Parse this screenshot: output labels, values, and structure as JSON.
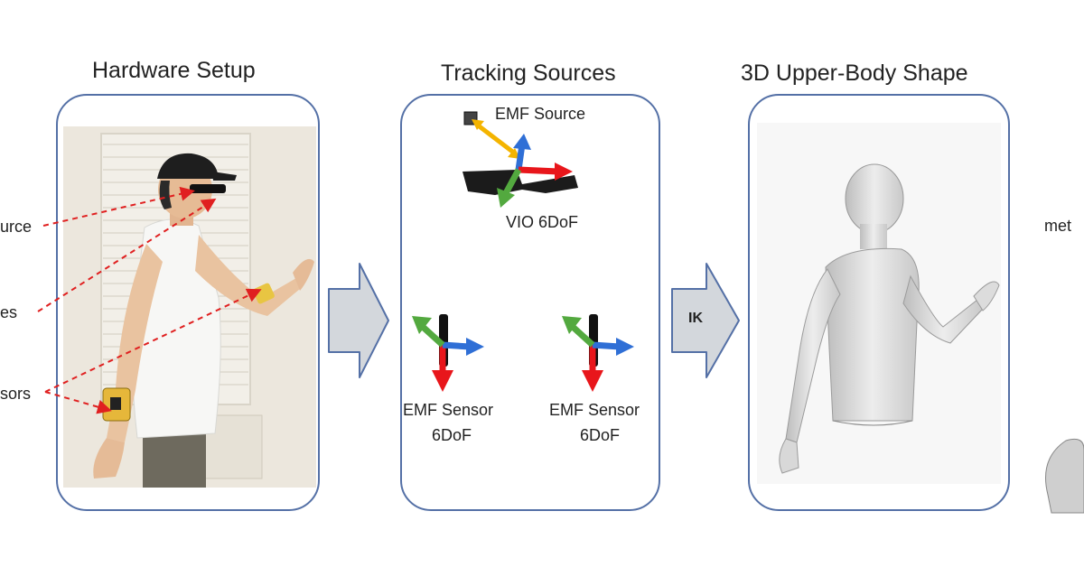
{
  "top_fragment": "",
  "titles": {
    "hardware": "Hardware Setup",
    "tracking": "Tracking Sources",
    "shape": "3D  Upper-Body Shape"
  },
  "side_labels": {
    "source": "urce",
    "glasses": "es",
    "sensors": "sors",
    "right": "met"
  },
  "tracking": {
    "emf_source": "EMF Source",
    "vio": "VIO 6DoF",
    "sensor_left_line1": "EMF Sensor",
    "sensor_left_line2": "6DoF",
    "sensor_right_line1": "EMF Sensor",
    "sensor_right_line2": "6DoF"
  },
  "arrows": {
    "ik_label": "IK"
  },
  "colors": {
    "panel_border": "#5470a6",
    "arrow_fill": "#d3d7dc",
    "arrow_stroke": "#5470a6",
    "axis_red": "#e8161b",
    "axis_green": "#53a93f",
    "axis_blue": "#2f6fd6",
    "axis_yellow": "#f4b400",
    "dashed_red": "#e02020"
  },
  "icons": {
    "photo": "person-with-glasses-and-wrist-sensors-photo",
    "mesh": "upper-body-mesh-render"
  }
}
